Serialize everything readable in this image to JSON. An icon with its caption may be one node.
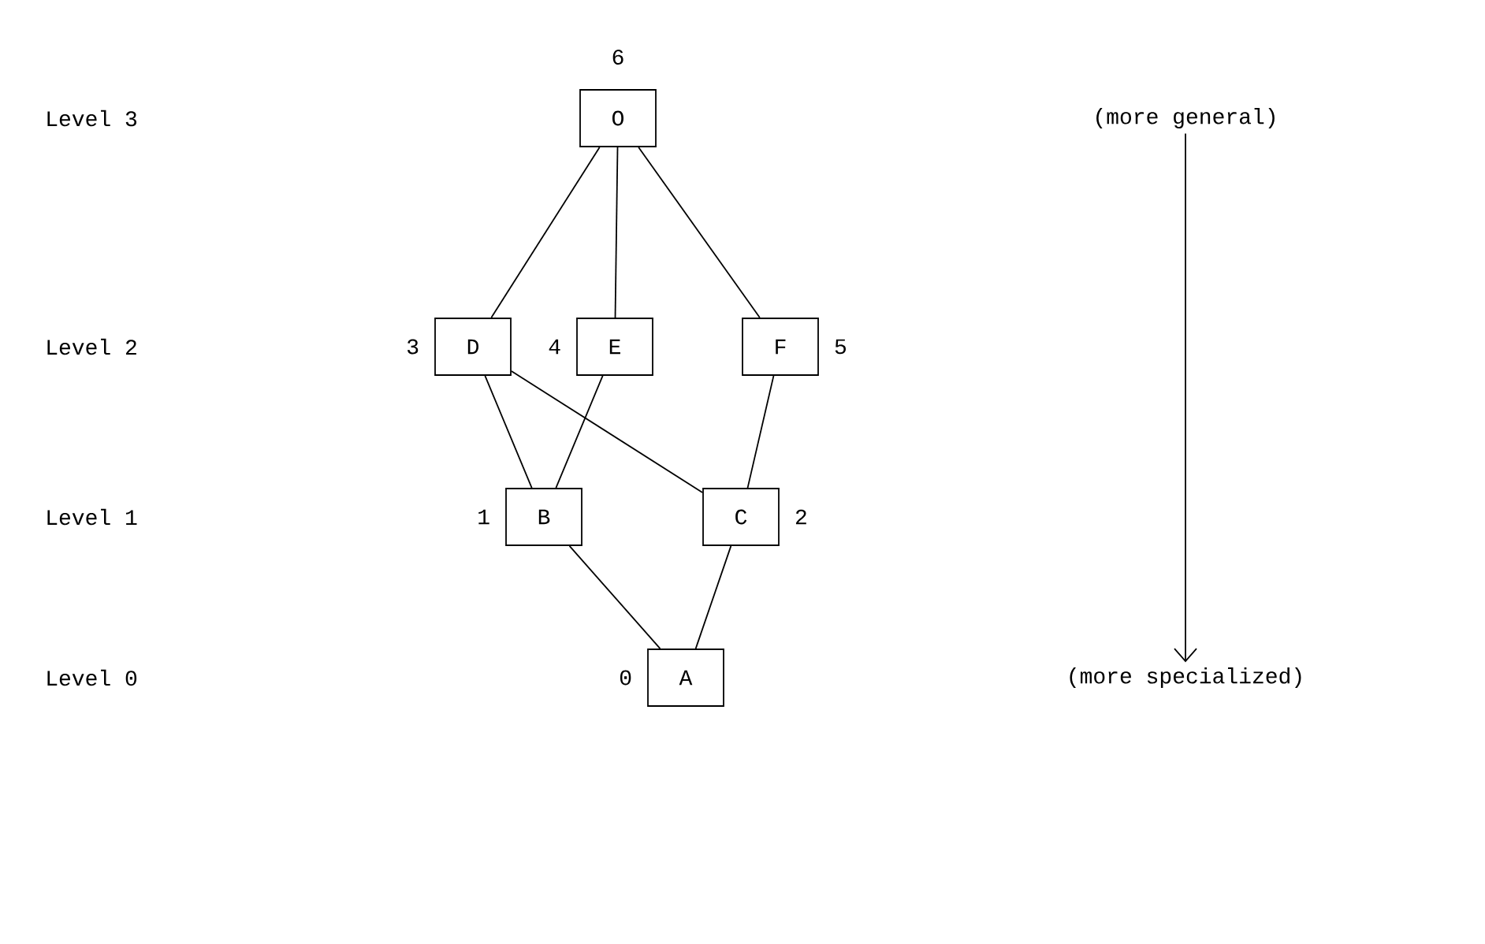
{
  "diagram": {
    "nodes": [
      {
        "text": [
          "O"
        ],
        "beside": [
          "6"
        ]
      },
      {
        "text": [
          "D"
        ],
        "beside": [
          "3"
        ]
      },
      {
        "text": [
          "E"
        ],
        "beside": [
          "4"
        ]
      },
      {
        "text": [
          "F"
        ],
        "beside": [
          "5"
        ]
      },
      {
        "text": [
          "B"
        ],
        "beside": [
          "1"
        ]
      },
      {
        "text": [
          "C"
        ],
        "beside": [
          "2"
        ]
      },
      {
        "text": [
          "A"
        ],
        "beside": [
          "0"
        ]
      },
      {
        "text": [
          "(more general)"
        ]
      },
      {
        "text": [
          "(more specialized)"
        ]
      }
    ],
    "edges": [
      {
        "from": 0,
        "to": 1,
        "arrow": "none"
      },
      {
        "from": 0,
        "to": 2,
        "arrow": "none"
      },
      {
        "from": 0,
        "to": 3,
        "arrow": "none"
      },
      {
        "from": 1,
        "to": 4,
        "arrow": "none"
      },
      {
        "from": 1,
        "to": 5,
        "arrow": "none"
      },
      {
        "from": 2,
        "to": 4,
        "arrow": "none"
      },
      {
        "from": 3,
        "to": 5,
        "arrow": "none"
      },
      {
        "from": 4,
        "to": 6,
        "arrow": "none"
      },
      {
        "from": 5,
        "to": 6,
        "arrow": "none"
      },
      {
        "from": 7,
        "to": 8,
        "arrow": "to"
      }
    ],
    "labels": [
      "Level 3",
      "Level 2",
      "Level 1",
      "Level 0"
    ]
  }
}
